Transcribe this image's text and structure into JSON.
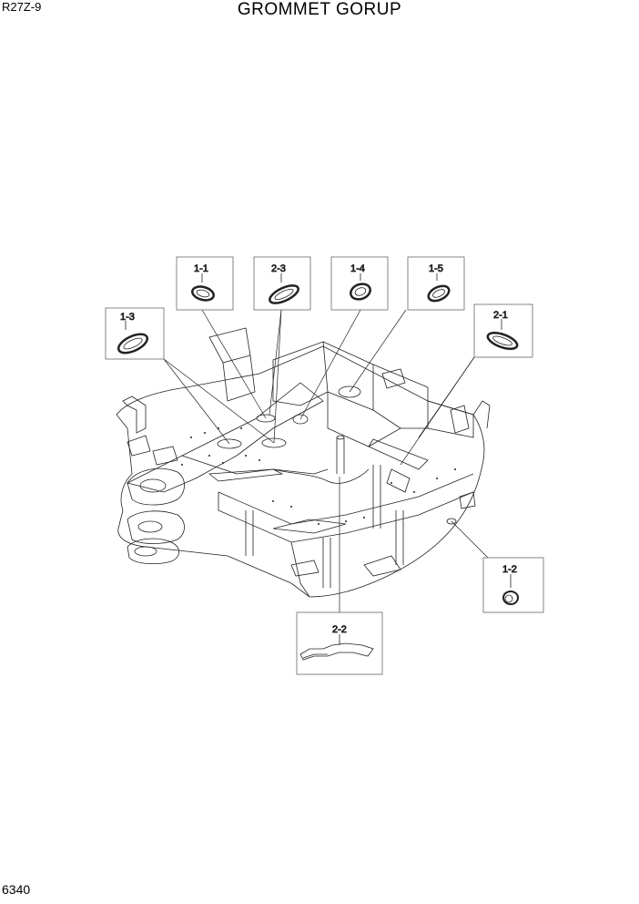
{
  "header": {
    "model": "R27Z-9",
    "title": "GROMMET GORUP"
  },
  "footer": {
    "page_number": "6340"
  },
  "callouts": {
    "c11": "1-1",
    "c12": "1-2",
    "c13": "1-3",
    "c14": "1-4",
    "c15": "1-5",
    "c21": "2-1",
    "c22": "2-2",
    "c23": "2-3"
  }
}
